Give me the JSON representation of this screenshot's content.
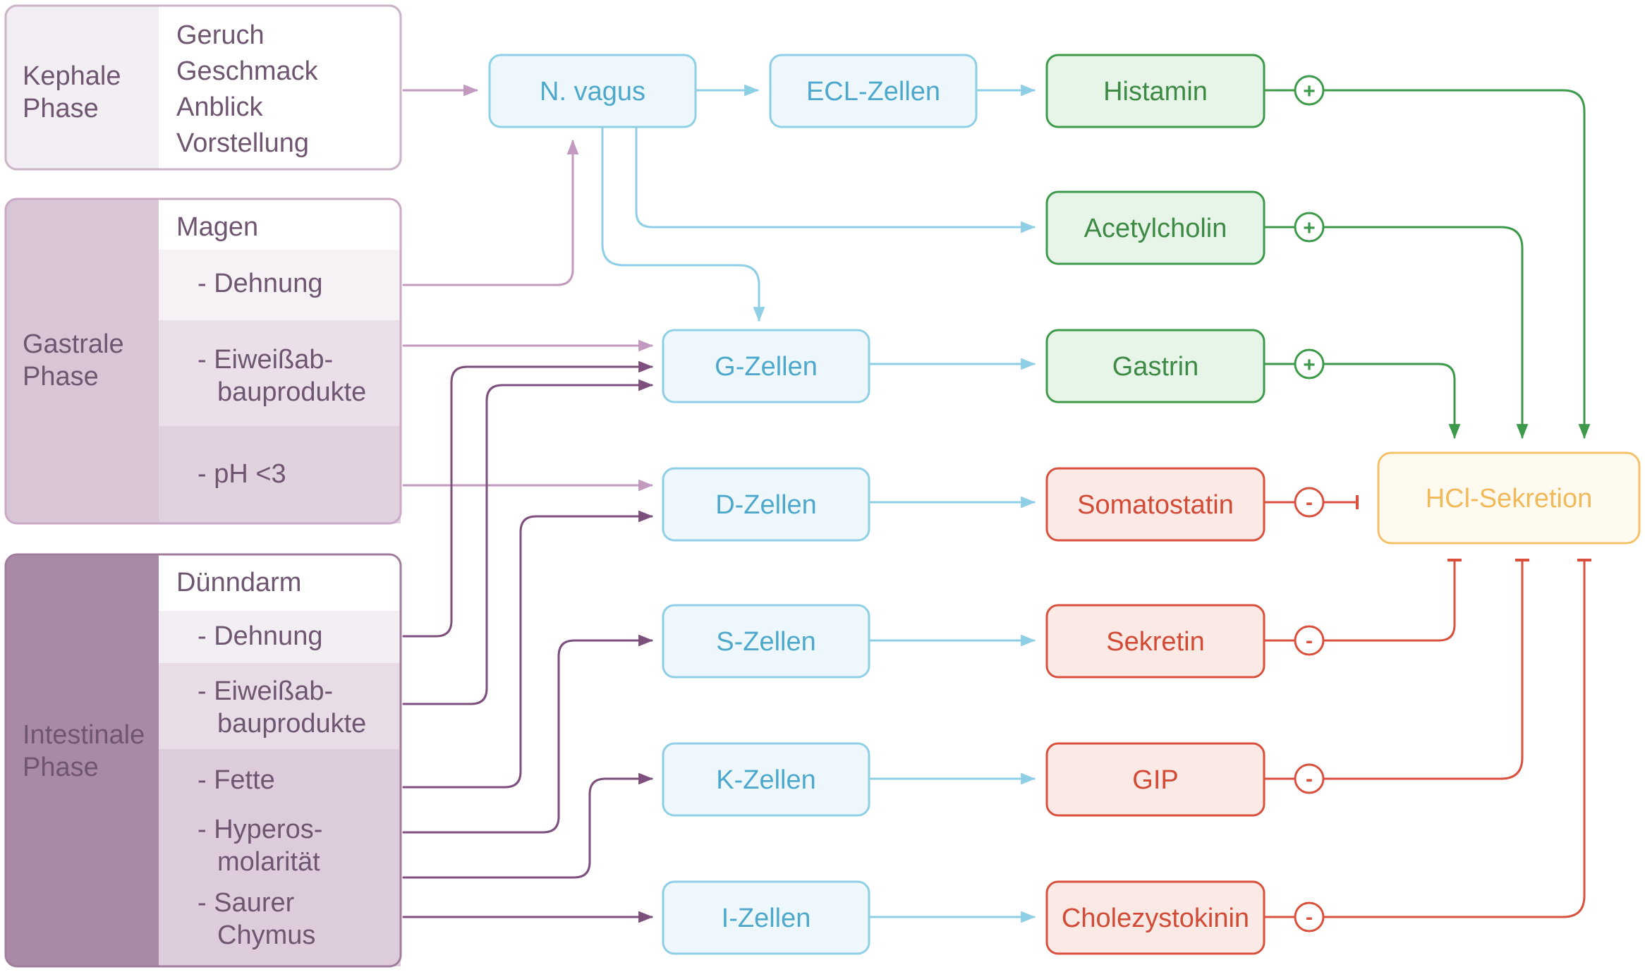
{
  "phases": {
    "cephalic": {
      "label_lines": [
        "Kephale",
        "Phase"
      ],
      "items": [
        "Geruch",
        "Geschmack",
        "Anblick",
        "Vorstellung"
      ]
    },
    "gastric": {
      "label_lines": [
        "Gastrale",
        "Phase"
      ],
      "heading": "Magen",
      "items": [
        {
          "lines": [
            "- Dehnung"
          ]
        },
        {
          "lines": [
            "- Eiweißab-",
            "bauprodukte"
          ]
        },
        {
          "lines": [
            "- pH <3"
          ]
        }
      ]
    },
    "intestinal": {
      "label_lines": [
        "Intestinale",
        "Phase"
      ],
      "heading": "Dünndarm",
      "items": [
        {
          "lines": [
            "- Dehnung"
          ]
        },
        {
          "lines": [
            "- Eiweißab-",
            "bauprodukte"
          ]
        },
        {
          "lines": [
            "- Fette"
          ]
        },
        {
          "lines": [
            "- Hyperos-",
            "molarität"
          ]
        },
        {
          "lines": [
            "- Saurer",
            "Chymus"
          ]
        }
      ]
    }
  },
  "nodes": {
    "n_vagus": "N. vagus",
    "ecl_zellen": "ECL-Zellen",
    "g_zellen": "G-Zellen",
    "d_zellen": "D-Zellen",
    "s_zellen": "S-Zellen",
    "k_zellen": "K-Zellen",
    "i_zellen": "I-Zellen",
    "histamin": "Histamin",
    "acetylcholin": "Acetylcholin",
    "gastrin": "Gastrin",
    "somatostatin": "Somatostatin",
    "sekretin": "Sekretin",
    "gip": "GIP",
    "cholezystokinin": "Cholezystokinin",
    "hcl_sekretion": "HCl-Sekretion"
  },
  "signs": {
    "plus": "+",
    "minus": "-"
  },
  "colors": {
    "cell_stroke": "#8ecfe6",
    "cell_fill": "#eef8fc",
    "cell_text": "#4ea8cc",
    "stimulating_stroke": "#3d9a4b",
    "stimulating_fill": "#e7f4e8",
    "inhibiting_stroke": "#d9503c",
    "inhibiting_fill": "#fbe9e5",
    "target_stroke": "#f3c26a",
    "target_fill": "#fffaf0",
    "phase_text": "#6f5670",
    "cephalic_label_bg": "#f2eef3",
    "gastric_label_bg": "#d8c5d6",
    "intestinal_label_bg": "#a98aa6",
    "gastric_arrow": "#c39abf",
    "intestinal_arrow": "#7d4f7c"
  }
}
